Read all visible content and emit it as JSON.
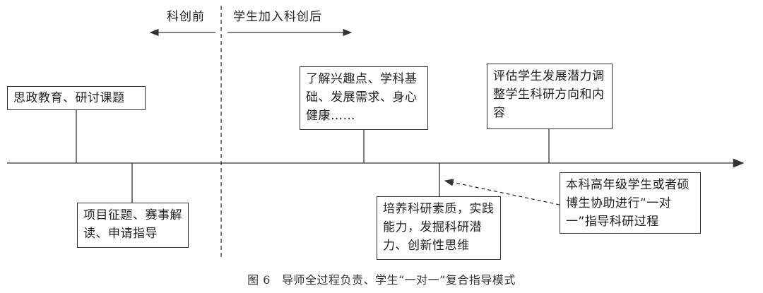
{
  "phases": {
    "before": "科创前",
    "after": "学生加入科创后"
  },
  "nodes": {
    "ideology_research": "思政教育、研讨课题",
    "project_guidance": "项目征题、赛事解读、申请指导",
    "understand_students": "了解兴趣点、学科基础、发展需求、身心健康……",
    "cultivate_ability": "培养科研素质，实践能力，发掘科研潜力、创新性思维",
    "evaluate_adjust": "评估学生发展潜力调整学生科研方向和内容",
    "senior_assist": "本科高年级学生或者硕博生协助进行“一对一”指导科研过程"
  },
  "caption": {
    "number": "图 6",
    "text": "导师全过程负责、学生“一对一”复合指导模式"
  }
}
